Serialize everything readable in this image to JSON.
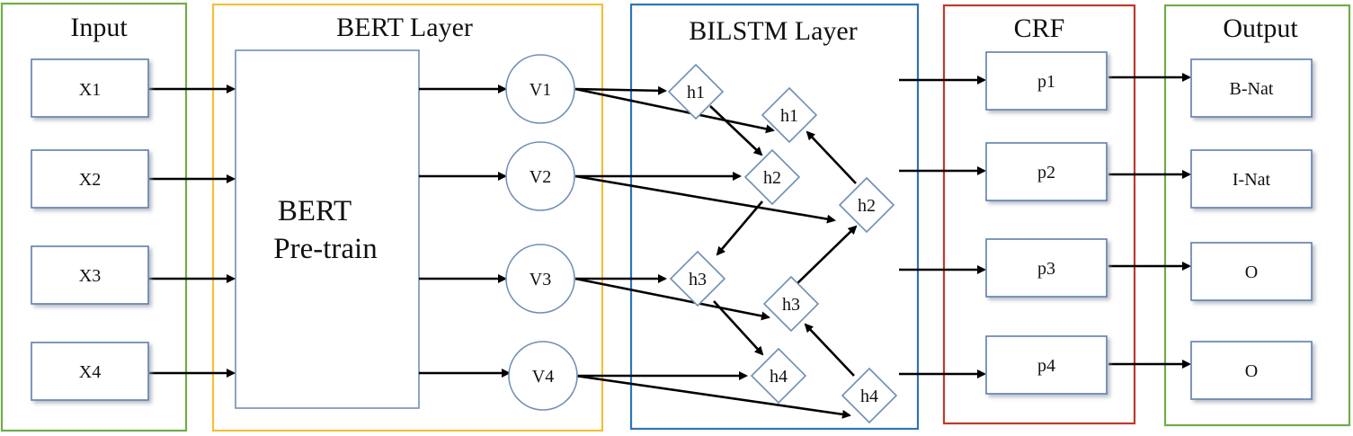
{
  "sections": {
    "input": {
      "title": "Input",
      "color": "#70ad47"
    },
    "bert": {
      "title": "BERT Layer",
      "color": "#f2c037",
      "block_lines": [
        "BERT",
        "Pre-train"
      ]
    },
    "bilstm": {
      "title": "BILSTM Layer",
      "color": "#2e75b6"
    },
    "crf": {
      "title": "CRF",
      "color": "#c0392b"
    },
    "output": {
      "title": "Output",
      "color": "#70ad47"
    }
  },
  "inputs": [
    "X1",
    "X2",
    "X3",
    "X4"
  ],
  "vectors": [
    "V1",
    "V2",
    "V3",
    "V4"
  ],
  "forward_hidden": [
    "h1",
    "h2",
    "h3",
    "h4"
  ],
  "backward_hidden": [
    "h1",
    "h2",
    "h3",
    "h4"
  ],
  "crf_nodes": [
    "p1",
    "p2",
    "p3",
    "p4"
  ],
  "outputs": [
    "B-Nat",
    "I-Nat",
    "O",
    "O"
  ]
}
